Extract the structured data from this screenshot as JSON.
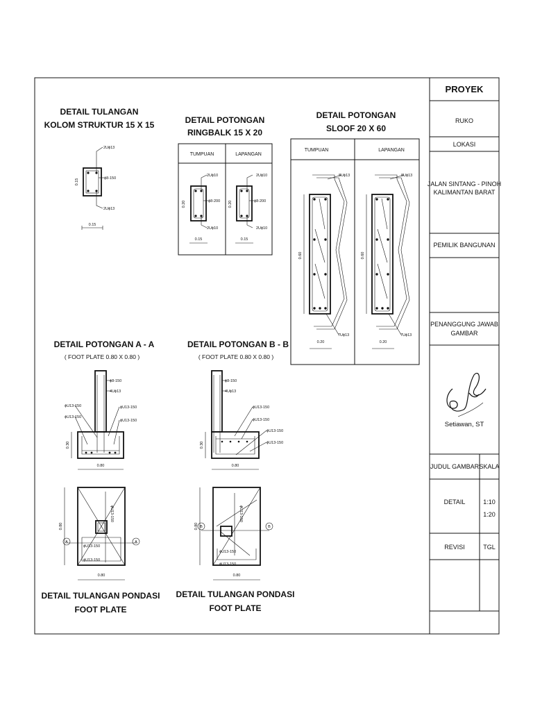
{
  "drawings": {
    "kolom": {
      "title_line1": "DETAIL TULANGAN",
      "title_line2": "KOLOM STRUKTUR 15 X 15",
      "rebar_top": "2Uϕ13",
      "stirrup": "ϕ8-150",
      "rebar_bottom": "2Uϕ13",
      "dim_width": "0.15",
      "dim_height": "0.15"
    },
    "ringbalk": {
      "title_line1": "DETAIL POTONGAN",
      "title_line2": "RINGBALK 15 X 20",
      "col1": "TUMPUAN",
      "col2": "LAPANGAN",
      "rebar_top": "2Uϕ10",
      "stirrup": "ϕ8-200",
      "rebar_bottom": "2Uϕ10",
      "dim_width": "0.15",
      "dim_height": "0.20"
    },
    "sloof": {
      "title_line1": "DETAIL POTONGAN",
      "title_line2": "SLOOF 20 X 60",
      "col1": "TUMPUAN",
      "col2": "LAPANGAN",
      "rebar_top": "8Uϕ13",
      "rebar_bottom": "7Uϕ13",
      "dim_width": "0.20",
      "dim_height": "0.60"
    },
    "section_a": {
      "title": "DETAIL POTONGAN A - A",
      "subtitle": "( FOOT PLATE 0.80 X 0.80 )",
      "stirrup": "ϕ8-150",
      "main": "4Uϕ13",
      "rebar1": "ϕU13-150",
      "rebar2": "ϕU13-150",
      "rebar3": "ϕU13-150",
      "rebar4": "ϕU13-150",
      "dim_width": "0.80",
      "dim_height": "0.30"
    },
    "section_b": {
      "title": "DETAIL POTONGAN B - B",
      "subtitle": "( FOOT PLATE 0.80 X 0.80 )",
      "stirrup": "ϕ8-150",
      "main": "4Uϕ13",
      "rebar1": "ϕU13-150",
      "rebar2": "ϕU13-150",
      "rebar3": "ϕU13-150",
      "rebar4": "ϕU13-150",
      "dim_width": "0.80",
      "dim_height": "0.30"
    },
    "plan_a": {
      "title_line1": "DETAIL TULANGAN PONDASI",
      "title_line2": "FOOT PLATE",
      "rebar1": "ϕU13-150",
      "rebar2": "ϕU13-150",
      "rebar_vert": "ϕU13-150",
      "dim_width": "0.80",
      "dim_height": "0.80",
      "marker": "A"
    },
    "plan_b": {
      "title_line1": "DETAIL TULANGAN PONDASI",
      "title_line2": "FOOT PLATE",
      "rebar1": "ϕU13-150",
      "rebar2": "ϕU13-150",
      "rebar_vert": "ϕU13-150",
      "dim_width": "0.80",
      "dim_height": "0.80",
      "marker": "B"
    }
  },
  "title_block": {
    "proyek_label": "PROYEK",
    "proyek_value": "RUKO",
    "lokasi_label": "LOKASI",
    "lokasi_line1": "JALAN SINTANG - PINOH",
    "lokasi_line2": "KALIMANTAN BARAT",
    "pemilik_label": "PEMILIK BANGUNAN",
    "penanggung_line1": "PENANGGUNG JAWAB",
    "penanggung_line2": "GAMBAR",
    "signer": "Setiawan, ST",
    "judul_label": "JUDUL GAMBAR",
    "skala_label": "SKALA",
    "judul_value": "DETAIL",
    "skala_value1": "1:10",
    "skala_value2": "1:20",
    "revisi_label": "REVISI",
    "tgl_label": "TGL"
  }
}
